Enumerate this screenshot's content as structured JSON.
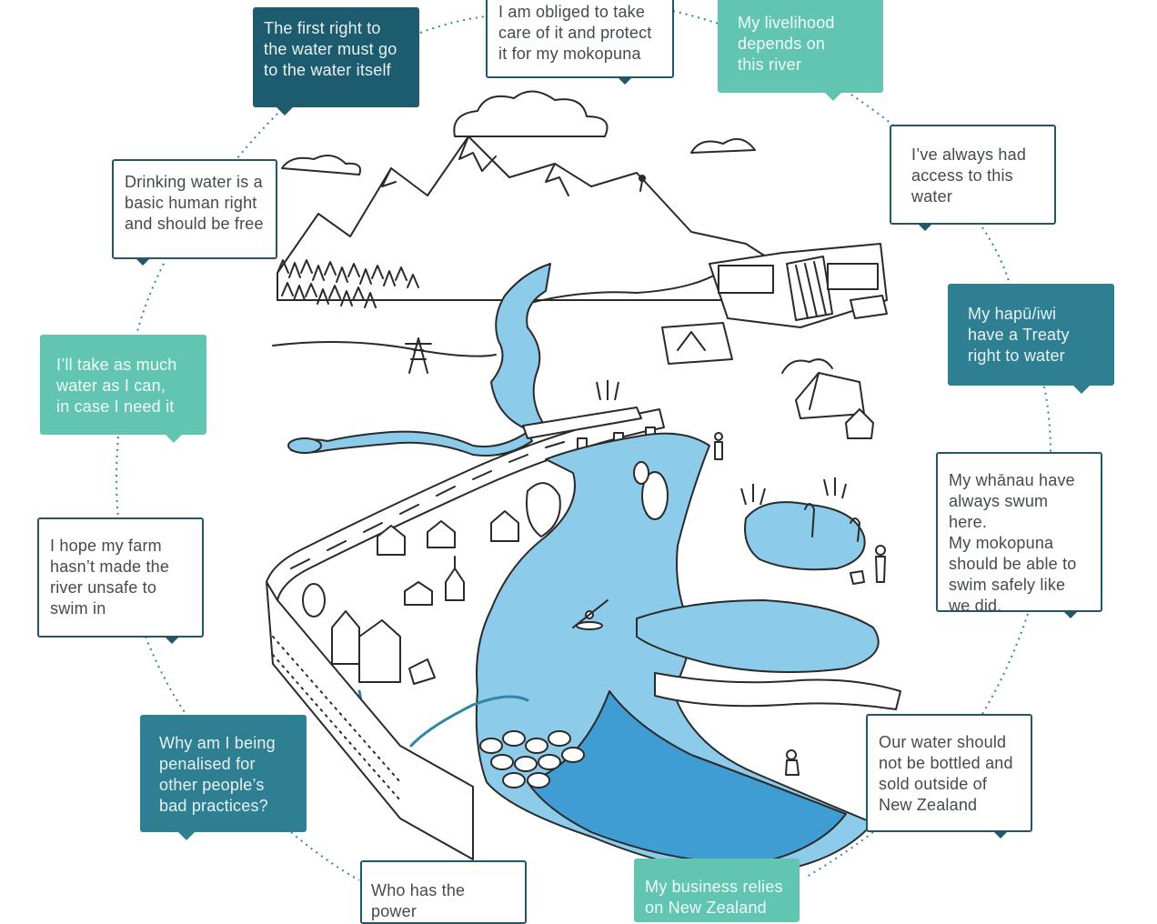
{
  "bubbles": [
    {
      "id": "first-right",
      "text": "The first right to\nthe water must go\nto the water itself"
    },
    {
      "id": "obliged",
      "text": "I am obliged to take\ncare of it and protect\nit for my mokopuna"
    },
    {
      "id": "livelihood",
      "text": "My livelihood\ndepends on\nthis river"
    },
    {
      "id": "drinking",
      "text": "Drinking water is a\nbasic human right\nand should be free"
    },
    {
      "id": "always-access",
      "text": "I’ve always had\naccess to this\nwater"
    },
    {
      "id": "hapu-iwi",
      "text": "My hapū/iwi\nhave a Treaty\nright to water"
    },
    {
      "id": "take-much",
      "text": "I’ll take as much\nwater as I can,\nin case I need it"
    },
    {
      "id": "whanau",
      "text": "My whānau have\nalways swum here.\nMy mokopuna\nshould be able to\nswim safely like\nwe did."
    },
    {
      "id": "farm",
      "text": "I hope my farm\nhasn’t made the\nriver unsafe to\nswim in"
    },
    {
      "id": "penalised",
      "text": "Why am I being\npenalised for\nother people’s\nbad practices?"
    },
    {
      "id": "bottled",
      "text": "Our water should\nnot be bottled and\nsold outside of\nNew Zealand"
    },
    {
      "id": "power",
      "text": "Who has the power"
    },
    {
      "id": "business",
      "text": "My business relies\non New Zealand"
    }
  ],
  "colors": {
    "ink": "#2a2a2a",
    "water_light": "#8ccbe9",
    "water_dark": "#3f9dd3",
    "dotted_ring": "#2f86a6",
    "dark_bubble": "#1d5b6e",
    "teal_bubble": "#2f7f92",
    "mint_bubble": "#62c5b1",
    "outline": "#24566a"
  }
}
